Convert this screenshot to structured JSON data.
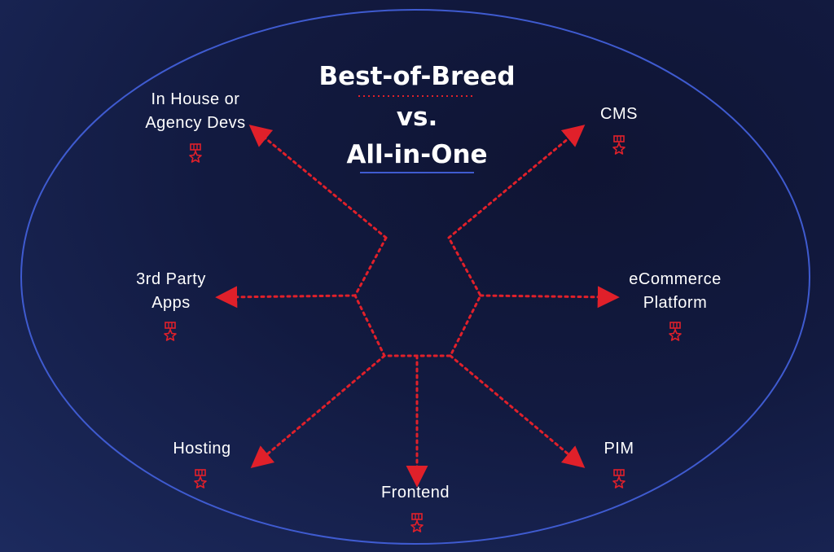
{
  "title": {
    "line1": "Best-of-Breed",
    "line2": "vs.",
    "line3": "All-in-One"
  },
  "colors": {
    "ellipse_stroke": "#3f5bd0",
    "dots": "#e0202a",
    "title_underline": "#3f5bd0",
    "background": "#121a40"
  },
  "nodes": {
    "in_house": {
      "line1": "In House or",
      "line2": "Agency Devs",
      "icon": "medal-icon"
    },
    "cms": {
      "line1": "CMS",
      "icon": "medal-icon"
    },
    "third_party": {
      "line1": "3rd Party",
      "line2": "Apps",
      "icon": "medal-icon"
    },
    "ecommerce": {
      "line1": "eCommerce",
      "line2": "Platform",
      "icon": "medal-icon"
    },
    "hosting": {
      "line1": "Hosting",
      "icon": "medal-icon"
    },
    "frontend": {
      "line1": "Frontend",
      "icon": "medal-icon"
    },
    "pim": {
      "line1": "PIM",
      "icon": "medal-icon"
    }
  }
}
